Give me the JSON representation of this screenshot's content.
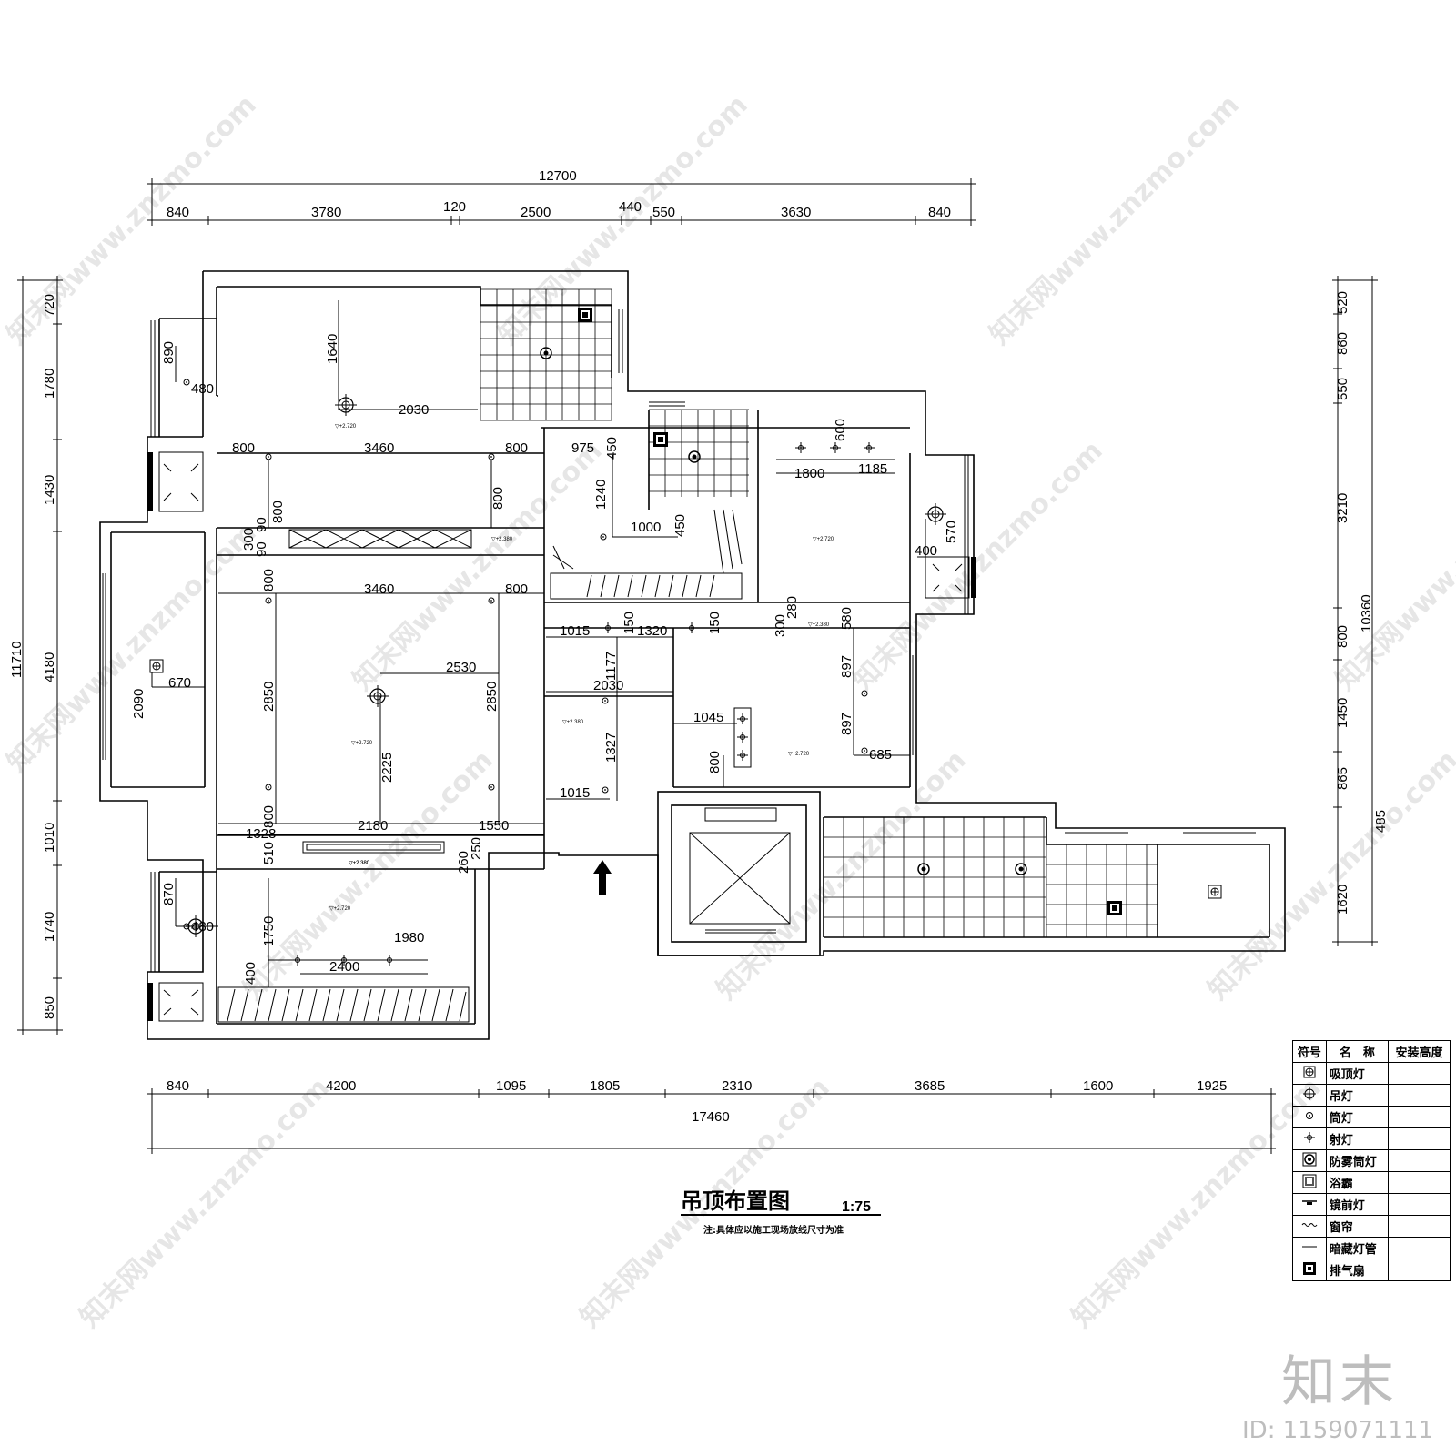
{
  "top_dims": {
    "total": "12700",
    "segments": [
      "840",
      "3780",
      "120",
      "2500",
      "440",
      "550",
      "3630",
      "840"
    ]
  },
  "bottom_dims": {
    "total": "17460",
    "segments": [
      "840",
      "4200",
      "1095",
      "1805",
      "2310",
      "3685",
      "1600",
      "1925"
    ]
  },
  "left_dims": {
    "total": "11710",
    "segments": [
      "720",
      "1780",
      "1430",
      "4180",
      "1010",
      "1740",
      "850"
    ]
  },
  "right_dims": {
    "total": "10360",
    "segments": [
      "520",
      "860",
      "550",
      "3210",
      "800",
      "1450",
      "865",
      "1620"
    ],
    "extra": "485"
  },
  "interior_dims": {
    "d1640": "1640",
    "d890": "890",
    "d480a": "480",
    "d2030a": "2030",
    "d800a": "800",
    "d3460a": "3460",
    "d800b": "800",
    "d975": "975",
    "d450a": "450",
    "d600": "600",
    "d1800": "1800",
    "d1185": "1185",
    "d800c": "800",
    "d800d": "800",
    "d300a": "300",
    "d90a": "90",
    "d90b": "90",
    "d1240": "1240",
    "d1000": "1000",
    "d450b": "450",
    "d570": "570",
    "d400a": "400",
    "d800e": "800",
    "d3460b": "3460",
    "d800f": "800",
    "d670": "670",
    "d2090": "2090",
    "d1015a": "1015",
    "d150a": "150",
    "d1320": "1320",
    "d150b": "150",
    "d300b": "300",
    "d280": "280",
    "d580": "580",
    "d2530": "2530",
    "d2850a": "2850",
    "d2850b": "2850",
    "d1177": "1177",
    "d2030b": "2030",
    "d897a": "897",
    "d1045": "1045",
    "d897b": "897",
    "d2225": "2225",
    "d1327": "1327",
    "d685": "685",
    "d800g": "800",
    "d1015b": "1015",
    "d800h": "800",
    "d1328": "1328",
    "d2180": "2180",
    "d1550": "1550",
    "d510": "510",
    "d250": "250",
    "d260": "260",
    "d870": "870",
    "d480b": "480",
    "d1750": "1750",
    "d1980": "1980",
    "d2400": "2400",
    "d400b": "400"
  },
  "level_marks": {
    "l1": "▽+2.720",
    "l2": "▽+2.380",
    "l3": "▽+2.720",
    "l4": "▽+2.380",
    "l5": "▽+2.380",
    "l6": "▽+2.720",
    "l7": "▽+2.380",
    "l8": "▽+2.720",
    "l9": "▽+2.380",
    "l10": "▽+2.720"
  },
  "title": {
    "name": "吊顶布置图",
    "scale": "1:75",
    "note": "注:具体应以施工现场放线尺寸为准"
  },
  "legend": {
    "headers": [
      "符号",
      "名　称",
      "安装高度"
    ],
    "rows": [
      {
        "icon": "ceiling-light-icon",
        "name": "吸顶灯"
      },
      {
        "icon": "pendant-light-icon",
        "name": "吊灯"
      },
      {
        "icon": "downlight-icon",
        "name": "筒灯"
      },
      {
        "icon": "spotlight-icon",
        "name": "射灯"
      },
      {
        "icon": "fog-proof-downlight-icon",
        "name": "防雾筒灯"
      },
      {
        "icon": "bath-heater-icon",
        "name": "浴霸"
      },
      {
        "icon": "mirror-light-icon",
        "name": "镜前灯"
      },
      {
        "icon": "curtain-icon",
        "name": "窗帘"
      },
      {
        "icon": "hidden-light-tube-icon",
        "name": "暗藏灯管"
      },
      {
        "icon": "exhaust-fan-icon",
        "name": "排气扇"
      }
    ]
  },
  "watermark": {
    "text": "知末网www.znzmo.com",
    "brand": "知末",
    "id": "ID: 1159071111"
  }
}
